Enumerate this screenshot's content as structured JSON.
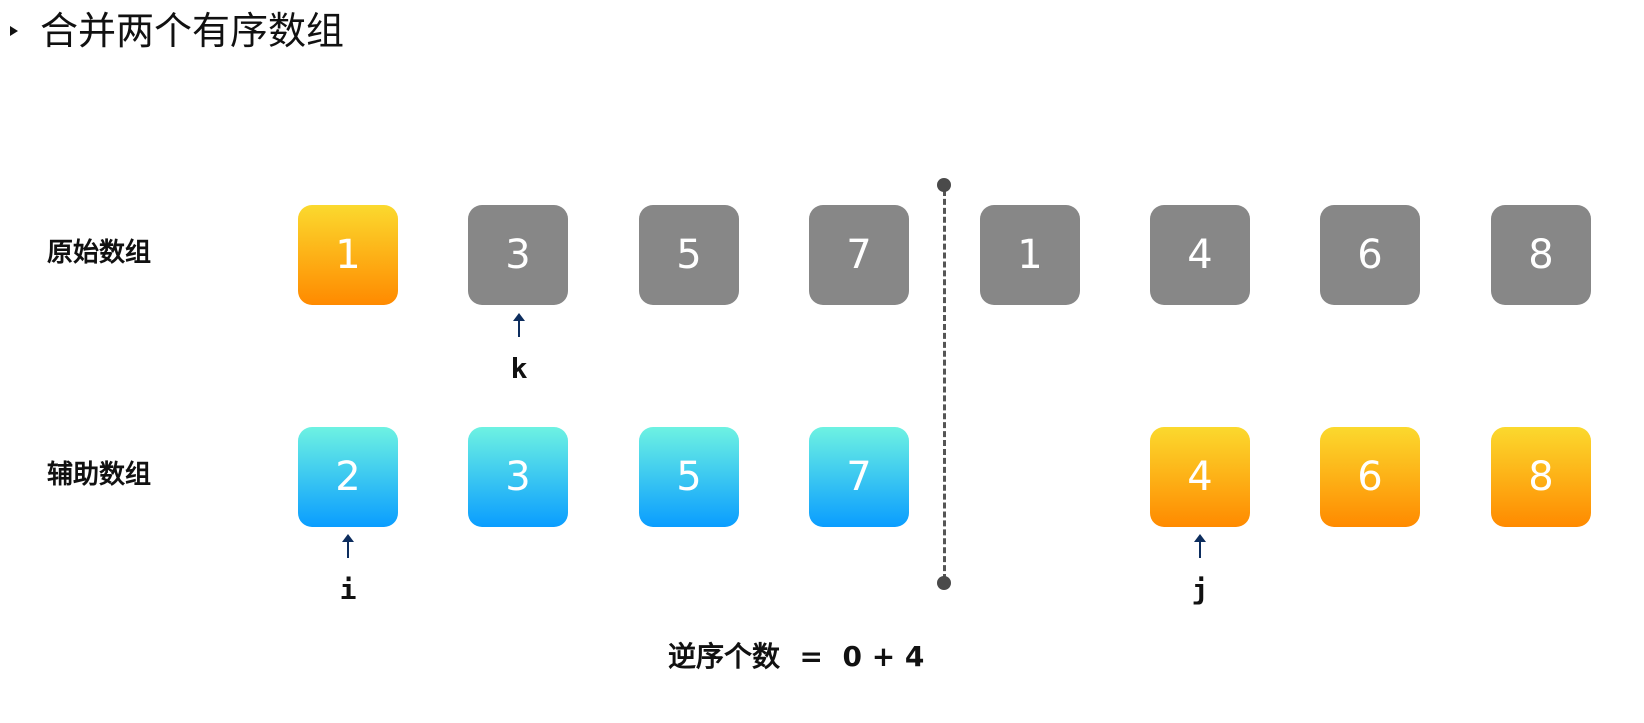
{
  "title": "合并两个有序数组",
  "rows": {
    "original": {
      "label": "原始数组",
      "cells": [
        {
          "value": "1",
          "color": "orange"
        },
        {
          "value": "3",
          "color": "gray"
        },
        {
          "value": "5",
          "color": "gray"
        },
        {
          "value": "7",
          "color": "gray"
        },
        {
          "value": "1",
          "color": "gray"
        },
        {
          "value": "4",
          "color": "gray"
        },
        {
          "value": "6",
          "color": "gray"
        },
        {
          "value": "8",
          "color": "gray"
        }
      ]
    },
    "auxiliary": {
      "label": "辅助数组",
      "cells": [
        {
          "value": "2",
          "color": "blue"
        },
        {
          "value": "3",
          "color": "blue"
        },
        {
          "value": "5",
          "color": "blue"
        },
        {
          "value": "7",
          "color": "blue"
        },
        null,
        {
          "value": "4",
          "color": "orange"
        },
        {
          "value": "6",
          "color": "orange"
        },
        {
          "value": "8",
          "color": "orange"
        }
      ]
    }
  },
  "pointers": {
    "k": {
      "label": "k",
      "row": "original",
      "index": 1
    },
    "i": {
      "label": "i",
      "row": "auxiliary",
      "index": 0
    },
    "j": {
      "label": "j",
      "row": "auxiliary",
      "index": 5
    }
  },
  "formula": {
    "label": "逆序个数",
    "expression": "=  0 + 4"
  },
  "colors": {
    "gray": "#878787",
    "orange_top": "#fbd92e",
    "orange_bottom": "#ff8a00",
    "blue_top": "#6ef2e2",
    "blue_bottom": "#0a9dff",
    "arrow": "#0d2d5e",
    "divider": "#4a4a4a"
  }
}
